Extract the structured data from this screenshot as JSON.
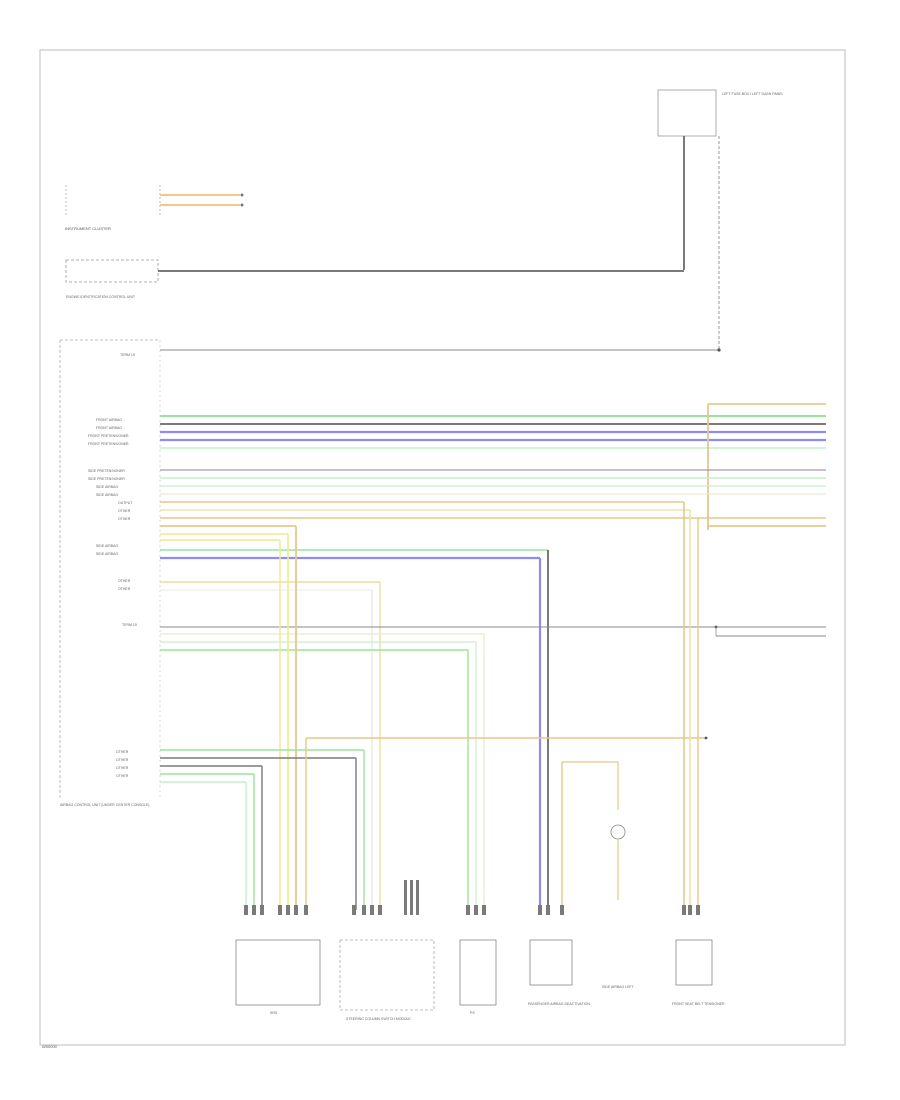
{
  "diagram": {
    "footer_code": "W00000",
    "components": {
      "top_right_module": {
        "label": "LEFT FUSE BOX / LEFT DASH PANEL"
      },
      "instrument_cluster": {
        "label": "INSTRUMENT CLUSTER"
      },
      "engine_control": {
        "label": "ENGINE IDENTIFICATION CONTROL UNIT"
      },
      "airbag_control_unit": {
        "label": "AIRBAG CONTROL UNIT (UNDER CENTER CONSOLE)"
      },
      "bottom_connectors": [
        {
          "label": "SRS"
        },
        {
          "label": "STEERING COLUMN SWITCH MODULE"
        },
        {
          "label": "PS"
        },
        {
          "label": "PASSENGER AIRBAG DEACTIVATION"
        },
        {
          "label": "SIDE AIRBAG LEFT"
        },
        {
          "label": "FRONT SEAT BELT TENSIONER"
        }
      ]
    },
    "pin_labels": [
      "TERM 15",
      "FRONT AIRBAG",
      "FRONT AIRBAG",
      "FRONT PRETENSIONER",
      "FRONT PRETENSIONER",
      "SIDE PRETENSIONER",
      "SIDE PRETENSIONER",
      "SIDE AIRBAG",
      "SIDE AIRBAG",
      "OUTPUT",
      "OTHER",
      "OTHER",
      "SIDE AIRBAG",
      "SIDE AIRBAG",
      "OTHER",
      "OTHER",
      "TERM 15",
      "OTHER",
      "OTHER",
      "OTHER",
      "OTHER"
    ],
    "wire_colors": {
      "gray": "#8a8a8a",
      "green": "#9be39b",
      "blue": "#8c8cf2",
      "tan": "#e6c88a",
      "yellow": "#f0ea8a",
      "dark": "#6b6b6b",
      "light_green": "#c7efc7"
    }
  }
}
